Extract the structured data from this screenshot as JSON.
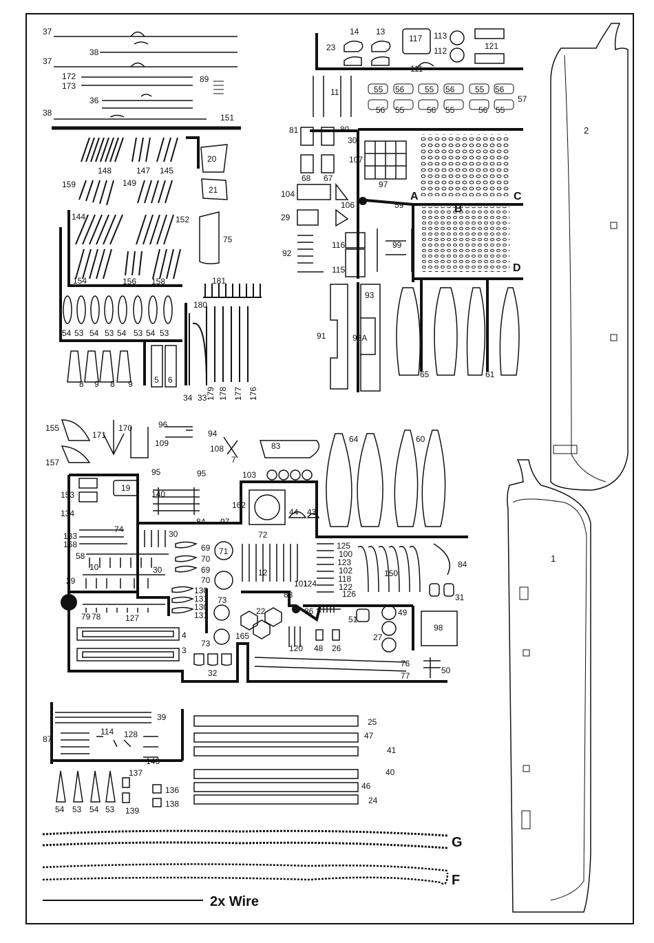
{
  "hulls": {
    "hull_2": "2",
    "hull_1": "1"
  },
  "wire_caption": "2x Wire",
  "chains": {
    "g": "G",
    "f": "F"
  },
  "corner_labels": {
    "a": "A",
    "b": "B",
    "c": "C",
    "d": "D"
  },
  "parts": {
    "p37a": "37",
    "p37b": "37",
    "p38a": "38",
    "p38b": "38",
    "p172": "172",
    "p173": "173",
    "p89": "89",
    "p36": "36",
    "p151": "151",
    "p148": "148",
    "p147": "147",
    "p145": "145",
    "p159": "159",
    "p149": "149",
    "p144": "144",
    "p152": "152",
    "p154": "154",
    "p156": "156",
    "p158": "158",
    "p20": "20",
    "p21": "21",
    "p75": "75",
    "p181": "181",
    "p180": "180",
    "p54a": "54",
    "p53a": "53",
    "p54b": "54",
    "p53b": "53",
    "p54c": "54",
    "p53c": "53",
    "p54d": "54",
    "p53d": "53",
    "p8a": "8",
    "p9a": "9",
    "p8b": "8",
    "p9b": "9",
    "p5": "5",
    "p6": "6",
    "p34": "34",
    "p33": "33",
    "p179": "179",
    "p178": "178",
    "p177": "177",
    "p176": "176",
    "p23": "23",
    "p14": "14",
    "p13": "13",
    "p117": "117",
    "p113": "113",
    "p112": "112",
    "p121": "121",
    "p111": "111",
    "p11": "11",
    "p55a": "55",
    "p56a": "56",
    "p55b": "55",
    "p56b": "56",
    "p55c": "55",
    "p56c": "56",
    "p56d": "56",
    "p55d": "55",
    "p56e": "56",
    "p55e": "55",
    "p56f": "56",
    "p55f": "55",
    "p57": "57",
    "p81": "81",
    "p80": "80",
    "p30a": "30",
    "p68": "68",
    "p67": "67",
    "p107": "107",
    "p97a": "97",
    "p104": "104",
    "p106": "106",
    "p59": "59",
    "p29a": "29",
    "p116": "116",
    "p99": "99",
    "p92": "92",
    "p115": "115",
    "p91": "91",
    "p93": "93",
    "p93a": "93A",
    "p65": "65",
    "p61": "61",
    "p155": "155",
    "p157": "157",
    "p171": "171",
    "p170": "170",
    "p96": "96",
    "p109": "109",
    "p94": "94",
    "p108": "108",
    "p95a": "95",
    "p95b": "95",
    "p7": "7",
    "p83": "83",
    "p103": "103",
    "p64": "64",
    "p60": "60",
    "p153": "153",
    "p19": "19",
    "p134": "134",
    "p140": "140",
    "p162": "162",
    "p84a": "84",
    "p97b": "97",
    "p44": "44",
    "p43": "43",
    "p72": "72",
    "p133": "133",
    "p74": "74",
    "p168": "168",
    "p30b": "30",
    "p58": "58",
    "p10": "10",
    "p30c": "30",
    "p29b": "29",
    "p69a": "69",
    "p70a": "70",
    "p69b": "69",
    "p70b": "70",
    "p71": "71",
    "p12": "12",
    "p101": "101",
    "p88": "88",
    "p124": "124",
    "p125": "125",
    "p100": "100",
    "p123": "123",
    "p102": "102",
    "p118": "118",
    "p122": "122",
    "p126": "126",
    "p150": "150",
    "p84b": "84",
    "p31": "31",
    "p130a": "130",
    "p131a": "131",
    "p130b": "130",
    "p131b": "131",
    "p73a": "73",
    "p22": "22",
    "p86": "86",
    "p51": "51",
    "p49": "49",
    "p79": "79",
    "p78": "78",
    "p127": "127",
    "p98": "98",
    "p4": "4",
    "p3": "3",
    "p73b": "73",
    "p165": "165",
    "p120": "120",
    "p48": "48",
    "p26": "26",
    "p27": "27",
    "p32": "32",
    "p76": "76",
    "p77": "77",
    "p50": "50",
    "p39": "39",
    "p87": "87",
    "p114": "114",
    "p128": "128",
    "p146": "146",
    "p137": "137",
    "p54e": "54",
    "p53e": "53",
    "p54f": "54",
    "p53f": "53",
    "p139": "139",
    "p136": "136",
    "p138": "138",
    "p25": "25",
    "p47": "47",
    "p41": "41",
    "p40": "40",
    "p46": "46",
    "p24": "24"
  }
}
